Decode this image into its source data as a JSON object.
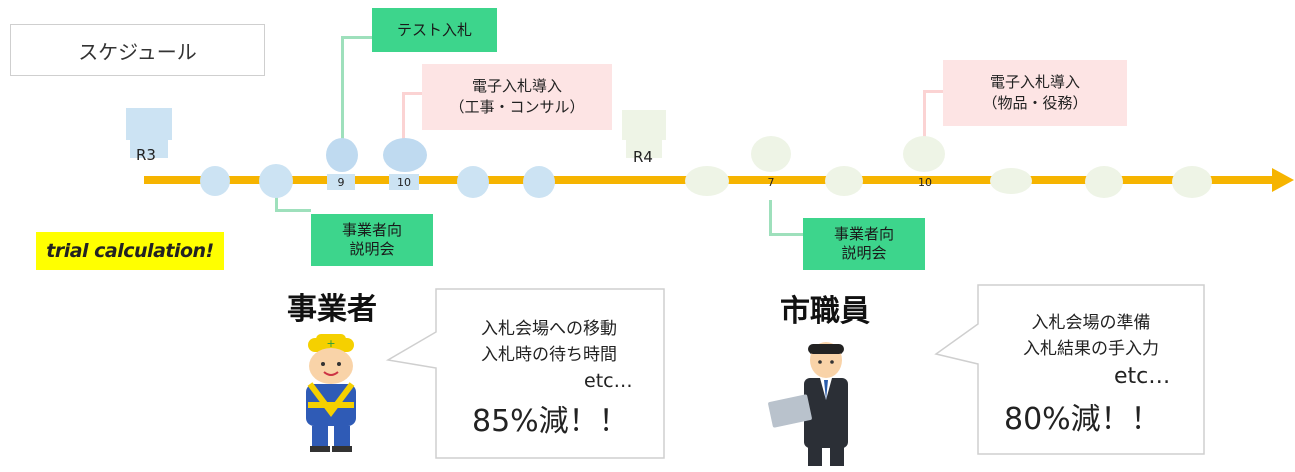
{
  "header": {
    "title": "スケジュール"
  },
  "timeline": {
    "start_label": "R3",
    "mid_label": "R4",
    "month_labels": [
      "9",
      "10",
      "7",
      "10"
    ]
  },
  "events": {
    "test_bid": "テスト入札",
    "ebid_construction": "電子入札導入\n（工事・コンサル）",
    "ebid_goods": "電子入札導入\n（物品・役務）",
    "briefing_1": "事業者向\n説明会",
    "briefing_2": "事業者向\n説明会"
  },
  "trial": {
    "label": "trial calculation!"
  },
  "business": {
    "role": "事業者",
    "line1": "入札会場への移動",
    "line2": "入札時の待ち時間",
    "etc": "etc…",
    "reduction": "85%減！！"
  },
  "staff": {
    "role": "市職員",
    "line1": "入札会場の準備",
    "line2": "入札結果の手入力",
    "etc": "etc…",
    "reduction": "80%減！！"
  },
  "colors": {
    "timeline": "#f6b400",
    "green": "#3dd58c",
    "pink": "#fde4e4",
    "trial": "#ffff00"
  }
}
